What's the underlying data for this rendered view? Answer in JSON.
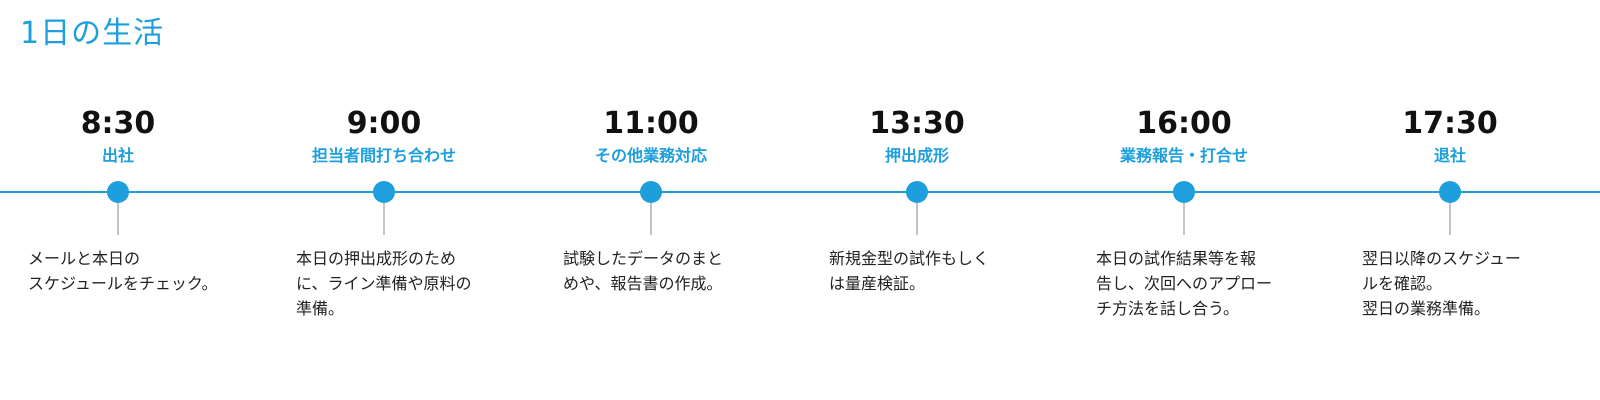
{
  "title": "1日の生活",
  "events": [
    {
      "time": "8:30",
      "label": "出社",
      "description": "メールと本日の\nスケジュールをチェック。"
    },
    {
      "time": "9:00",
      "label": "担当者間打ち合わせ",
      "description": "本日の押出成形のため\nに、ライン準備や原料の\n準備。"
    },
    {
      "time": "11:00",
      "label": "その他業務対応",
      "description": "試験したデータのまと\nめや、報告書の作成。"
    },
    {
      "time": "13:30",
      "label": "押出成形",
      "description": "新規金型の試作もしく\nは量産検証。"
    },
    {
      "time": "16:00",
      "label": "業務報告・打合せ",
      "description": "本日の試作結果等を報\n告し、次回へのアプロー\nチ方法を話し合う。"
    },
    {
      "time": "17:30",
      "label": "退社",
      "description": "翌日以降のスケジュー\nルを確認。\n翌日の業務準備。"
    }
  ],
  "colors": {
    "accent": "#1c9fdc",
    "stem": "#c4c4c4",
    "text": "#222222"
  }
}
